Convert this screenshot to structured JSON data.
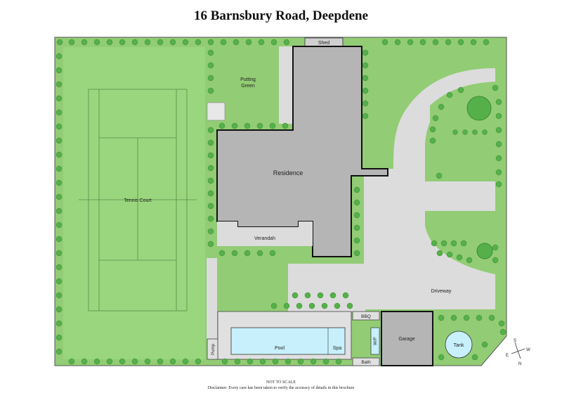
{
  "title": "16 Barnsbury Road, Deepdene",
  "labels": {
    "shed": "Shed",
    "putting_green": [
      "Putting",
      "Green"
    ],
    "residence": "Residence",
    "tennis_court": "Tennis Court",
    "verandah": "Verandah",
    "driveway": "Driveway",
    "bbq": "BBQ",
    "pool": "Pool",
    "spa": "Spa",
    "wf": "W/F",
    "garage": "Garage",
    "tank": "Tank",
    "pump": "Pump",
    "bath": "Bath"
  },
  "compass": {
    "s": "S",
    "w": "W",
    "e": "E",
    "n": "N"
  },
  "footer": {
    "scale_note": "NOT TO SCALE",
    "disclaimer": "Disclaimer: Every care has been taken to verify the accuracy of details in this brochure"
  },
  "colors": {
    "lawn": "#92cc74",
    "court": "#9ad67d",
    "shrub": "#55b04a",
    "paving": "#dcdcdc",
    "building": "#b5b5b5",
    "pool": "#c7f0fc"
  }
}
